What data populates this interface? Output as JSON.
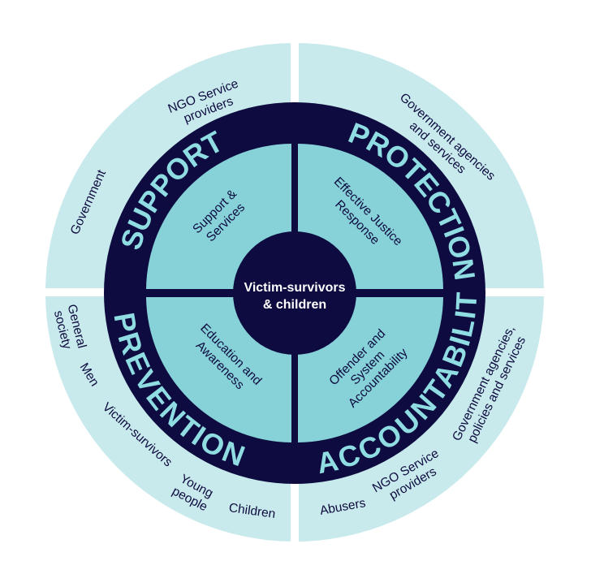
{
  "center": {
    "line1": "Victim-survivors",
    "line2": "& children"
  },
  "pillars": {
    "support": "SUPPORT",
    "protection": "PROTECTION",
    "prevention": "PREVENTION",
    "accountability": "ACCOUNTABILITY"
  },
  "inner": {
    "support": [
      "Support &",
      "Services"
    ],
    "protection": [
      "Effective Justice",
      "Response"
    ],
    "prevention": [
      "Education and",
      "Awareness"
    ],
    "accountability": [
      "Offender and",
      "System",
      "Accountability"
    ]
  },
  "outer": {
    "top_left": {
      "ngo": [
        "NGO Service",
        "providers"
      ],
      "government": "Government"
    },
    "top_right": {
      "gov_agencies": [
        "Government agencies",
        "and services"
      ]
    },
    "bottom_left": {
      "general_society": [
        "General",
        "society"
      ],
      "men": "Men",
      "victim_survivors": "Victim-survivors",
      "young_people": [
        "Young",
        "people"
      ],
      "children": "Children"
    },
    "bottom_right": {
      "abusers": "Abusers",
      "ngo": [
        "NGO Service",
        "providers"
      ],
      "gov_agencies": [
        "Government agencies,",
        "policies and services"
      ]
    }
  },
  "colors": {
    "outer_ring": "#c8eaec",
    "inner_quadrants": "#86d2d8",
    "navy": "#0d0b3f",
    "pillar_text": "#8fdce2"
  }
}
